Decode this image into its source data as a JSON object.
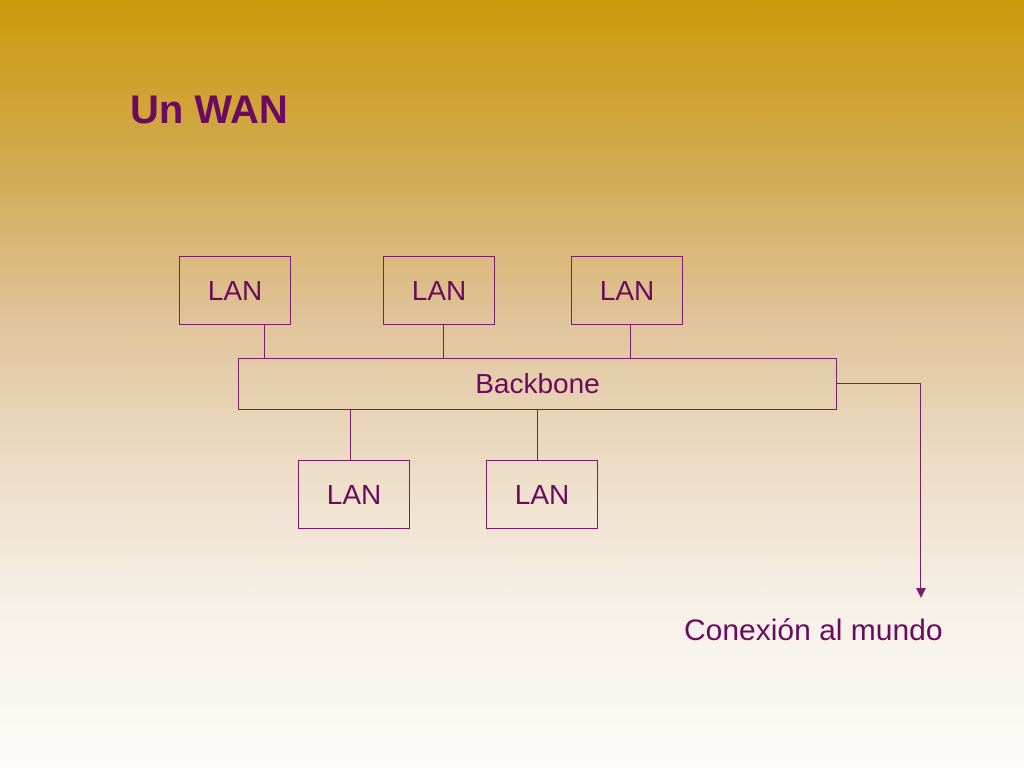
{
  "slide": {
    "title": "Un WAN"
  },
  "diagram": {
    "top_lans": [
      {
        "label": "LAN"
      },
      {
        "label": "LAN"
      },
      {
        "label": "LAN"
      }
    ],
    "backbone": {
      "label": "Backbone"
    },
    "bottom_lans": [
      {
        "label": "LAN"
      },
      {
        "label": "LAN"
      }
    ],
    "connection_label": "Conexión al mundo"
  },
  "colors": {
    "text": "#6b0a5e",
    "lines": "#7b1d6b",
    "background_top": "#cc9a0b",
    "background_bottom": "#fdfcfa"
  }
}
